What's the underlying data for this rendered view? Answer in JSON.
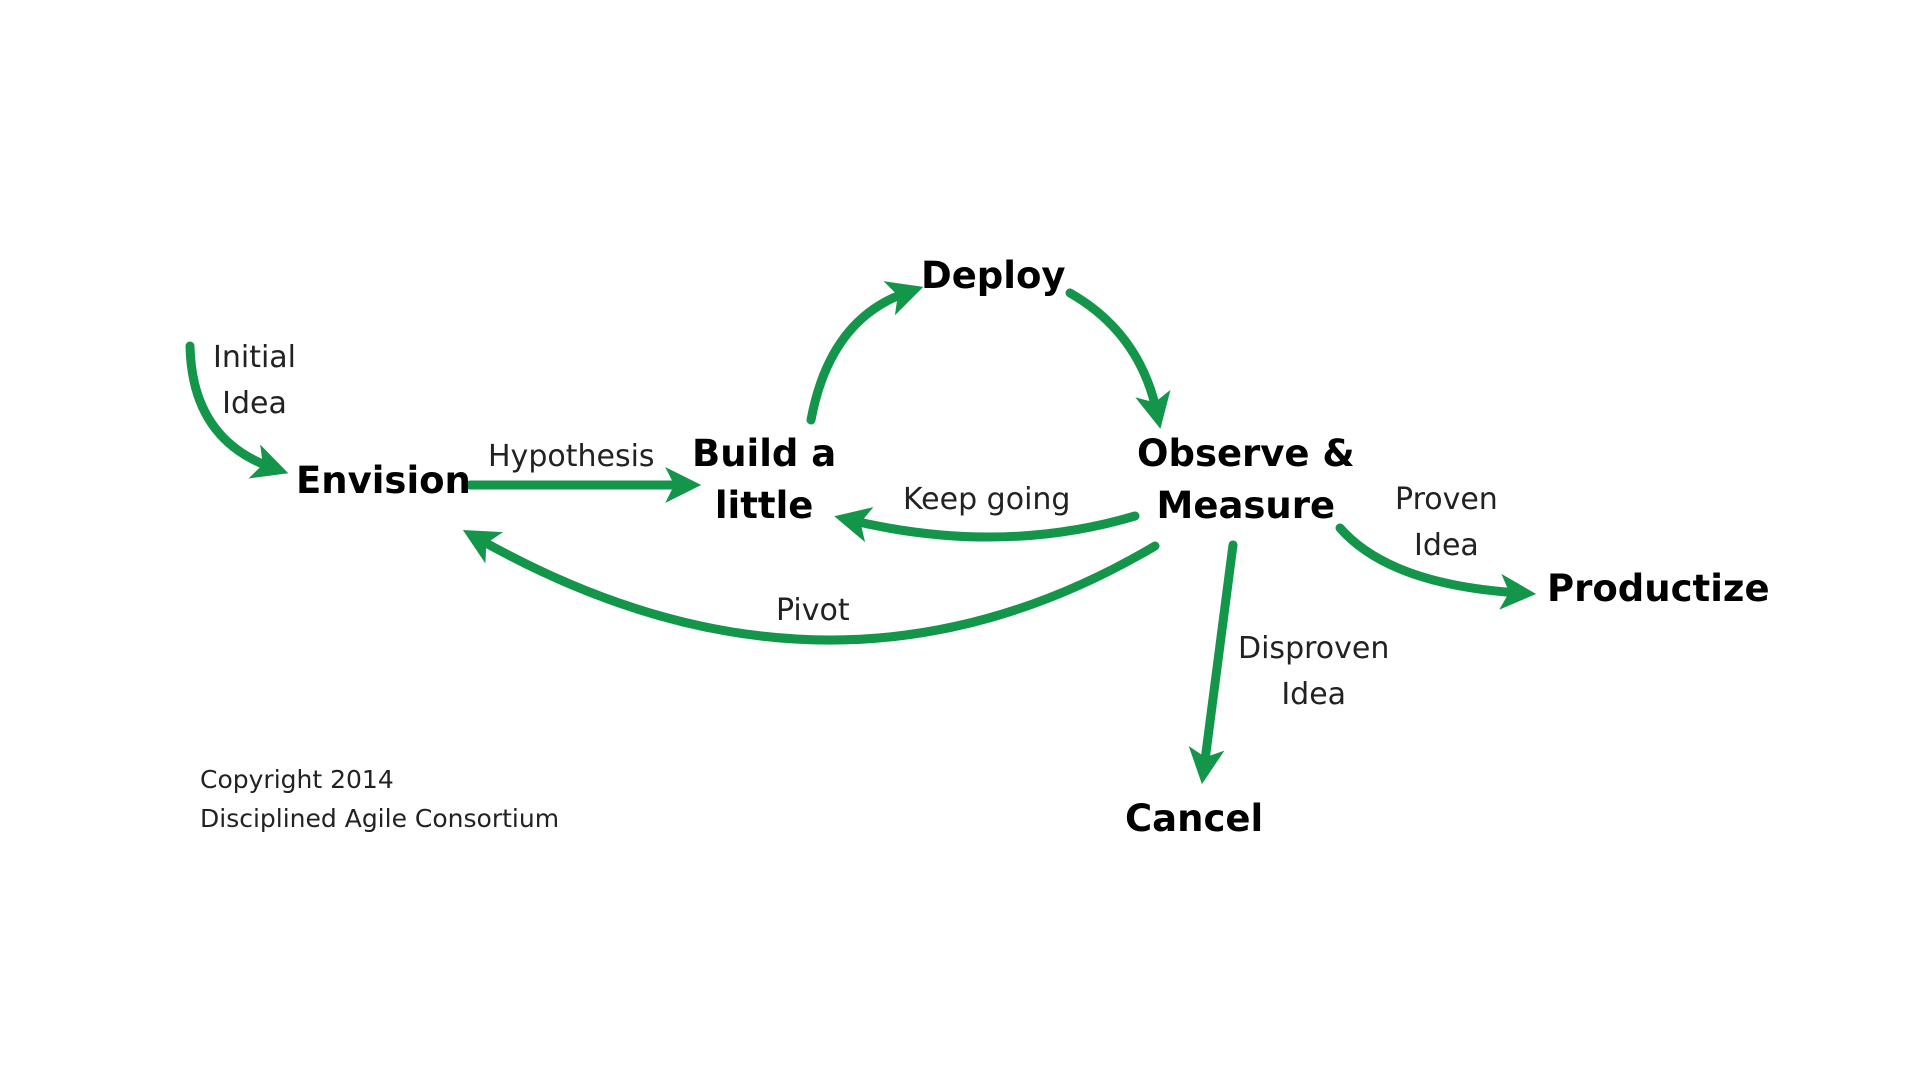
{
  "colors": {
    "arrow": "#14964a",
    "node_text": "#000000",
    "label_text": "#222222",
    "background": "#ffffff"
  },
  "nodes": {
    "envision": "Envision",
    "build": "Build a\nlittle",
    "deploy": "Deploy",
    "observe": "Observe &\nMeasure",
    "productize": "Productize",
    "cancel": "Cancel"
  },
  "edges": {
    "initial_idea": "Initial\nIdea",
    "hypothesis": "Hypothesis",
    "keep_going": "Keep going",
    "pivot": "Pivot",
    "proven_idea": "Proven\nIdea",
    "disproven_idea": "Disproven\nIdea"
  },
  "footer": {
    "copyright": "Copyright 2014\nDisciplined Agile Consortium"
  }
}
